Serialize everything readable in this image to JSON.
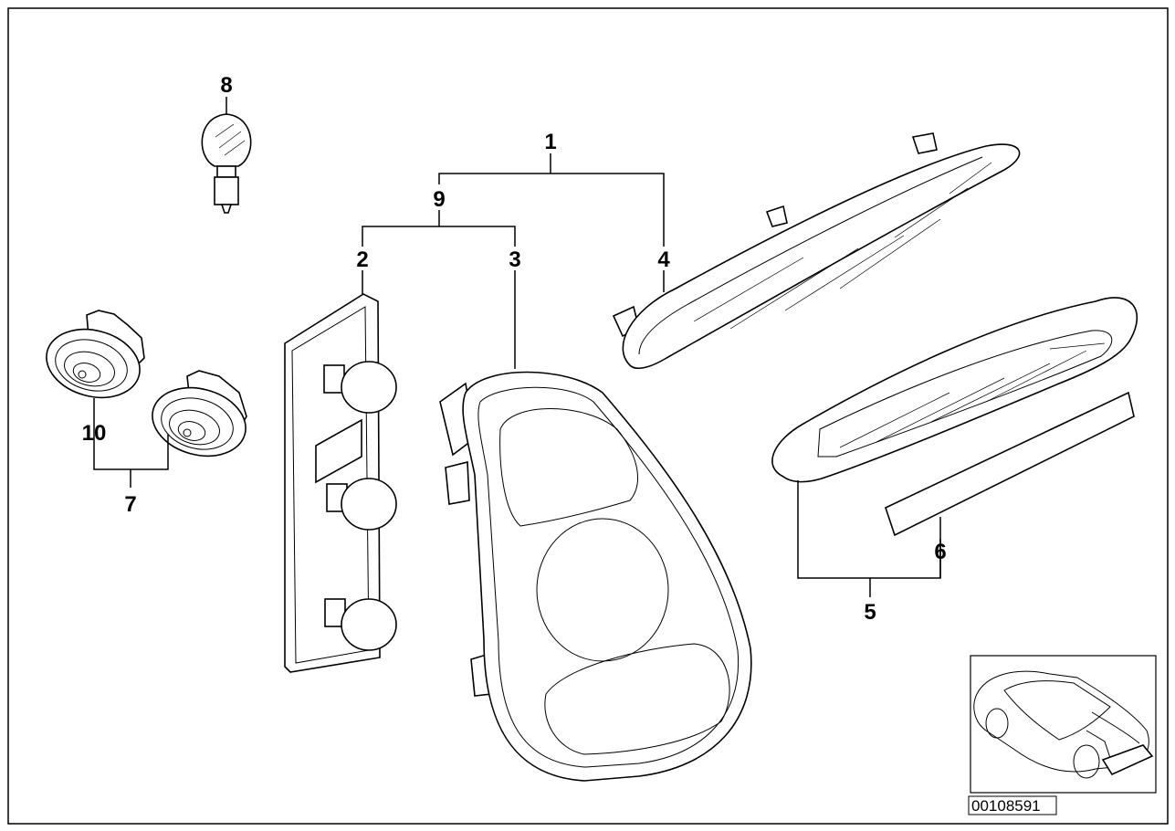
{
  "labels": {
    "p1": "1",
    "p2": "2",
    "p3": "3",
    "p4": "4",
    "p5": "5",
    "p6": "6",
    "p7": "7",
    "p8": "8",
    "p9": "9",
    "p10": "10"
  },
  "doc_number": "00108591"
}
